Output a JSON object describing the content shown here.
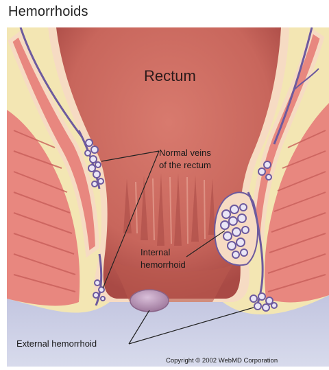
{
  "title": "Hemorrhoids",
  "labels": {
    "rectum": "Rectum",
    "normal_veins_line1": "Normal veins",
    "normal_veins_line2": "of the rectum",
    "internal_line1": "Internal",
    "internal_line2": "hemorrhoid",
    "external": "External hemorrhoid",
    "copyright": "Copyright © 2002 WebMD Corporation"
  },
  "colors": {
    "background_fat": "#f3e6b3",
    "muscle": "#e8877f",
    "muscle_stripe": "#c85f5a",
    "lumen": "#c8665c",
    "lumen_dark": "#a94a45",
    "lining": "#f6dbc3",
    "vein": "#6d5a9e",
    "vein_fill": "#eae6f6",
    "skin": "#c9cbe3",
    "hemorrhoid": "#b995b8"
  }
}
